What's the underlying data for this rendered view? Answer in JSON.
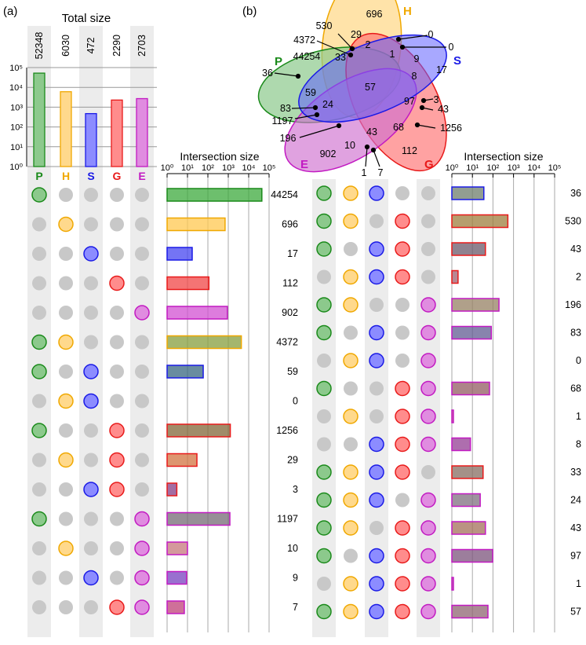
{
  "panels": {
    "a": "(a)",
    "b": "(b)"
  },
  "colors": {
    "P": "#1a8a1a",
    "H": "#f0a800",
    "S": "#1a1ae6",
    "G": "#e81a1a",
    "E": "#c21ac2",
    "P_fill": "#8cc98c",
    "H_fill": "#ffd98c",
    "S_fill": "#8c8cff",
    "G_fill": "#ff8c8c",
    "E_fill": "#e08ce0",
    "inactive": "#c8c8c8",
    "shade": "#ececec"
  },
  "chart_data": [
    {
      "type": "bar",
      "title": "Total size",
      "categories": [
        "P",
        "H",
        "S",
        "G",
        "E"
      ],
      "values": [
        52348,
        6030,
        472,
        2290,
        2703
      ],
      "value_labels": [
        "52348",
        "6030",
        "472",
        "2290",
        "2703"
      ],
      "scale": "log",
      "ylim": [
        1,
        100000
      ],
      "y_ticks": [
        "10⁰",
        "10¹",
        "10²",
        "10³",
        "10⁴",
        "10⁵"
      ],
      "grid": true
    },
    {
      "type": "bar",
      "orientation": "horizontal",
      "title": "Intersection size",
      "scale": "log",
      "xlim": [
        1,
        100000
      ],
      "x_ticks": [
        "10⁰",
        "10¹",
        "10²",
        "10³",
        "10⁴",
        "10⁵"
      ],
      "grid": true,
      "rows": [
        {
          "sets": [
            "P"
          ],
          "value": 44254,
          "label": "44254"
        },
        {
          "sets": [
            "H"
          ],
          "value": 696,
          "label": "696"
        },
        {
          "sets": [
            "S"
          ],
          "value": 17,
          "label": "17"
        },
        {
          "sets": [
            "G"
          ],
          "value": 112,
          "label": "112"
        },
        {
          "sets": [
            "E"
          ],
          "value": 902,
          "label": "902"
        },
        {
          "sets": [
            "P",
            "H"
          ],
          "value": 4372,
          "label": "4372"
        },
        {
          "sets": [
            "P",
            "S"
          ],
          "value": 59,
          "label": "59"
        },
        {
          "sets": [
            "H",
            "S"
          ],
          "value": 0,
          "label": "0"
        },
        {
          "sets": [
            "P",
            "G"
          ],
          "value": 1256,
          "label": "1256"
        },
        {
          "sets": [
            "H",
            "G"
          ],
          "value": 29,
          "label": "29"
        },
        {
          "sets": [
            "S",
            "G"
          ],
          "value": 3,
          "label": "3"
        },
        {
          "sets": [
            "P",
            "E"
          ],
          "value": 1197,
          "label": "1197"
        },
        {
          "sets": [
            "H",
            "E"
          ],
          "value": 10,
          "label": "10"
        },
        {
          "sets": [
            "S",
            "E"
          ],
          "value": 9,
          "label": "9"
        },
        {
          "sets": [
            "G",
            "E"
          ],
          "value": 7,
          "label": "7"
        }
      ]
    },
    {
      "type": "bar",
      "orientation": "horizontal",
      "title": "Intersection size",
      "scale": "log",
      "xlim": [
        1,
        100000
      ],
      "x_ticks": [
        "10⁰",
        "10¹",
        "10²",
        "10³",
        "10⁴",
        "10⁵"
      ],
      "grid": true,
      "rows": [
        {
          "sets": [
            "P",
            "H",
            "S"
          ],
          "value": 36,
          "label": "36"
        },
        {
          "sets": [
            "P",
            "H",
            "G"
          ],
          "value": 530,
          "label": "530"
        },
        {
          "sets": [
            "P",
            "S",
            "G"
          ],
          "value": 43,
          "label": "43"
        },
        {
          "sets": [
            "H",
            "S",
            "G"
          ],
          "value": 2,
          "label": "2"
        },
        {
          "sets": [
            "P",
            "H",
            "E"
          ],
          "value": 196,
          "label": "196"
        },
        {
          "sets": [
            "P",
            "S",
            "E"
          ],
          "value": 83,
          "label": "83"
        },
        {
          "sets": [
            "H",
            "S",
            "E"
          ],
          "value": 0,
          "label": "0"
        },
        {
          "sets": [
            "P",
            "G",
            "E"
          ],
          "value": 68,
          "label": "68"
        },
        {
          "sets": [
            "H",
            "G",
            "E"
          ],
          "value": 1,
          "label": "1"
        },
        {
          "sets": [
            "S",
            "G",
            "E"
          ],
          "value": 8,
          "label": "8"
        },
        {
          "sets": [
            "P",
            "H",
            "S",
            "G"
          ],
          "value": 33,
          "label": "33"
        },
        {
          "sets": [
            "P",
            "H",
            "S",
            "E"
          ],
          "value": 24,
          "label": "24"
        },
        {
          "sets": [
            "P",
            "H",
            "G",
            "E"
          ],
          "value": 43,
          "label": "43"
        },
        {
          "sets": [
            "P",
            "S",
            "G",
            "E"
          ],
          "value": 97,
          "label": "97"
        },
        {
          "sets": [
            "H",
            "S",
            "G",
            "E"
          ],
          "value": 1,
          "label": "1"
        },
        {
          "sets": [
            "P",
            "H",
            "S",
            "G",
            "E"
          ],
          "value": 57,
          "label": "57"
        }
      ]
    }
  ],
  "venn": {
    "set_labels": [
      "P",
      "H",
      "S",
      "G",
      "E"
    ],
    "labels": [
      "696",
      "530",
      "29",
      "2",
      "0",
      "4372",
      "33",
      "1",
      "0",
      "44254",
      "9",
      "17",
      "36",
      "59",
      "57",
      "8",
      "97",
      "3",
      "83",
      "24",
      "43",
      "1197",
      "68",
      "1256",
      "196",
      "43",
      "902",
      "10",
      "112",
      "1",
      "7"
    ]
  }
}
